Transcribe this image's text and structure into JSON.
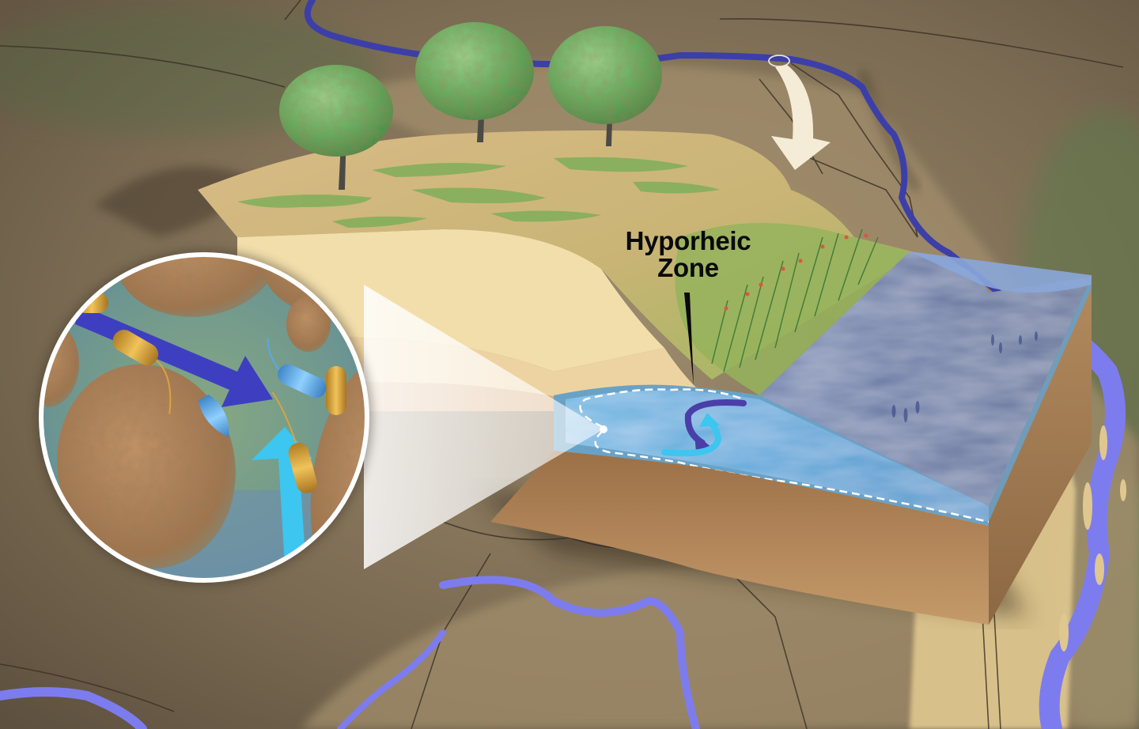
{
  "diagram": {
    "title_line1": "Hyporheic",
    "title_line2": "Zone",
    "subject": "Hyporheic zone — exchange of river water and groundwater in streambed sediments",
    "elements": [
      {
        "id": "landscape-map",
        "label": "terrain basemap with river network"
      },
      {
        "id": "zoom-origin-marker",
        "label": "white ellipse on upstream river"
      },
      {
        "id": "zoom-arrow",
        "label": "cream curved arrow pointing to block diagram"
      },
      {
        "id": "block-diagram",
        "label": "cross-section of riverbank and channel"
      },
      {
        "id": "trees",
        "label": "three riparian trees on upland"
      },
      {
        "id": "riparian-plants",
        "label": "flowering shrubs along bank"
      },
      {
        "id": "river-channel",
        "label": "river water surface and depth"
      },
      {
        "id": "hyporheic-zone",
        "label": "light blue saturated layer outlined with dashed white line"
      },
      {
        "id": "exchange-arrows",
        "label": "downwelling (dark blue) and upwelling (cyan) curved arrows"
      },
      {
        "id": "magnifier-callout",
        "label": "circular close-up of sediment pore space"
      },
      {
        "id": "sediment-grains",
        "label": "brown textured sand grains"
      },
      {
        "id": "microbes",
        "label": "gold and blue rod-shaped bacteria with flagella"
      },
      {
        "id": "downwelling-arrow",
        "label": "large dark blue arrow"
      },
      {
        "id": "upwelling-arrow",
        "label": "large cyan arrow"
      }
    ],
    "colors": {
      "background_terrain": "#6e6150",
      "terrain_light": "#a89676",
      "terrain_sand": "#d9c08e",
      "river_dark": "#3c3fa8",
      "river_light": "#7a79e6",
      "upland_grass": "#b7b46e",
      "bank_green": "#93b25c",
      "soil_tan": "#f0dba6",
      "soil_mid": "#e6c58f",
      "soil_brown": "#b78a5c",
      "water_surface": "#8aa7d9",
      "water_deep": "#5a6b94",
      "hyporheic_blue": "#58a8dc",
      "dashed_line": "#ffffff",
      "downwelling_arrow": "#3e3fc0",
      "upwelling_arrow": "#3cc6f0",
      "exchange_dark": "#4a3fa8",
      "grain": "#a67c55",
      "pore_water": "#5f8f8a",
      "microbe_gold": "#d9a340",
      "microbe_blue": "#5aa8e6",
      "callout_ring": "#ffffff",
      "zoom_arrow": "#f4ecd6",
      "label_text": "#0a0a0a",
      "tree_foliage": "#6fb86a"
    }
  }
}
